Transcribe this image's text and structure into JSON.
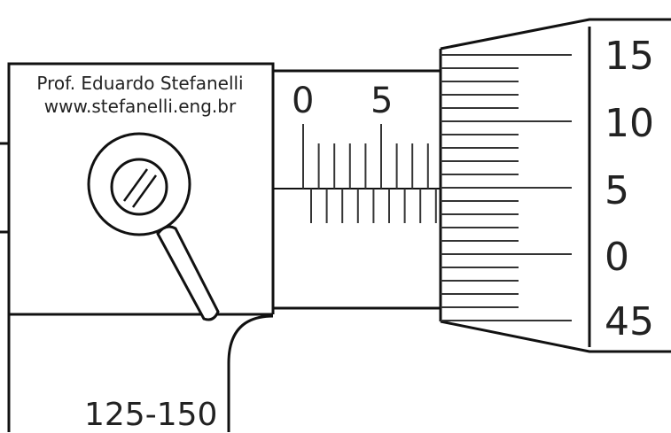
{
  "credit": {
    "author": "Prof. Eduardo Stefanelli",
    "website": "www.stefanelli.eng.br"
  },
  "sleeve": {
    "scale_numbers": [
      "0",
      "5"
    ],
    "upper_tick_count": 9,
    "lower_tick_count": 9
  },
  "thimble": {
    "scale_numbers": [
      "15",
      "10",
      "5",
      "0",
      "45"
    ]
  },
  "frame": {
    "range_label": "125-150"
  },
  "colors": {
    "line": "#111111",
    "text": "#222222",
    "background": "#ffffff"
  },
  "icons": [
    "lock-screw-icon",
    "lock-lever-icon"
  ]
}
